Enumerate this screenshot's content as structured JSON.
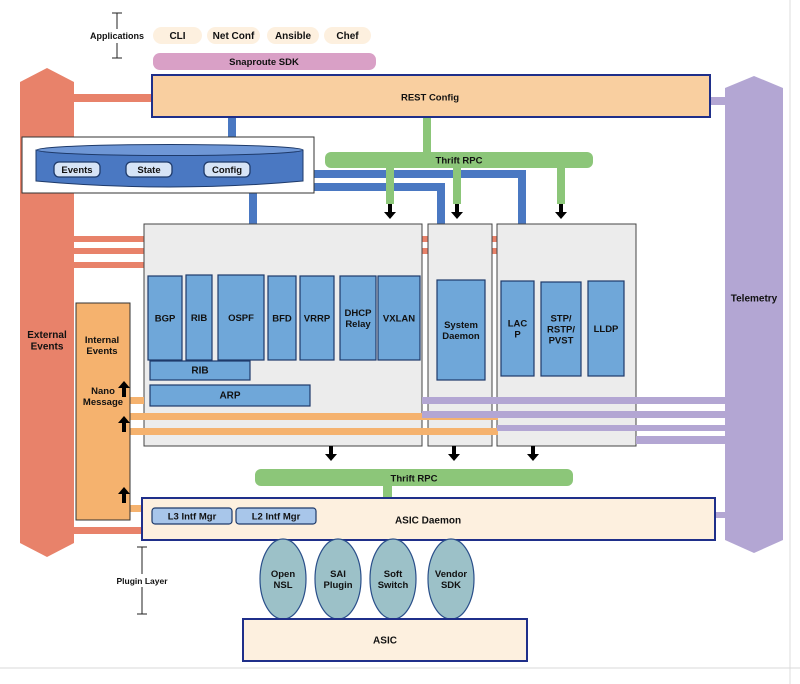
{
  "colors": {
    "external": "#e8826a",
    "telemetry": "#b3a6d3",
    "rest": "#f9cfa0",
    "restBorder": "#1f2f8a",
    "thrift": "#8cc679",
    "blue": "#4a78c2",
    "module": "#6fa7d9",
    "moduleBorder": "#1e3a6a",
    "orange": "#f5b26e",
    "panel": "#ececec",
    "asicBg": "#fdf0df",
    "sdk": "#d9a0c6",
    "plugin": "#9cc1c8"
  },
  "applications": {
    "label": "Applications",
    "items": [
      "CLI",
      "Net Conf",
      "Ansible",
      "Chef"
    ]
  },
  "sdk": {
    "label": "Snaproute SDK"
  },
  "rest": {
    "label": "REST Config"
  },
  "thrift_top": {
    "label": "Thrift RPC"
  },
  "thrift_bottom": {
    "label": "Thrift RPC"
  },
  "database": {
    "items": [
      "Events",
      "State",
      "Config"
    ]
  },
  "routing_modules": [
    "BGP",
    "RIB",
    "OSPF",
    "BFD",
    "VRRP",
    "DHCP\nRelay",
    "VXLAN"
  ],
  "rib_bar": {
    "label": "RIB"
  },
  "arp_bar": {
    "label": "ARP"
  },
  "system_daemon": {
    "label": "System\nDaemon"
  },
  "l2_modules": [
    "LAC\nP",
    "STP/\nRSTP/\nPVST",
    "LLDP"
  ],
  "external_events": {
    "label": "External\nEvents"
  },
  "telemetry": {
    "label": "Telemetry"
  },
  "internal_events": {
    "label": "Internal\nEvents",
    "nano": "Nano\nMessage"
  },
  "asic_daemon": {
    "label": "ASIC Daemon",
    "mgrs": [
      "L3 Intf Mgr",
      "L2 Intf Mgr"
    ]
  },
  "plugin_layer": {
    "label": "Plugin Layer",
    "plugins": [
      "Open\nNSL",
      "SAI\nPlugin",
      "Soft\nSwitch",
      "Vendor\nSDK"
    ]
  },
  "asic": {
    "label": "ASIC"
  }
}
